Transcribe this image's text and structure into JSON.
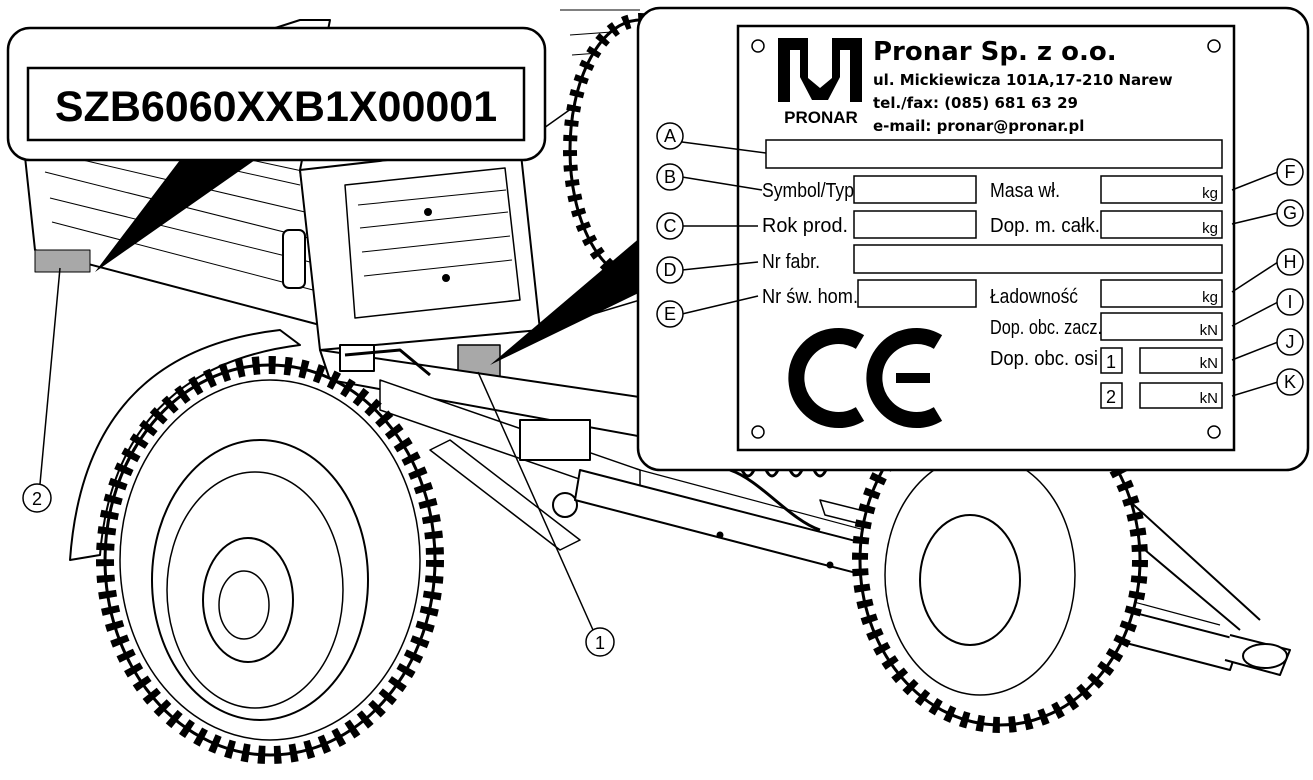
{
  "vin_callout": {
    "text": "SZB6060XXB1X00001"
  },
  "callouts": {
    "plate": "1",
    "vin_location": "2"
  },
  "plate": {
    "company": "Pronar Sp. z o.o.",
    "address": "ul. Mickiewicza 101A,17-210 Narew",
    "phone": "tel./fax: (085) 681 63 29",
    "email": "e-mail: pronar@pronar.pl",
    "logo_text": "PRONAR",
    "ce_mark": "CE",
    "fields": {
      "symbol": "Symbol/Typ",
      "year": "Rok prod.",
      "serial": "Nr fabr.",
      "approval": "Nr św. hom.",
      "mass": "Masa wł.",
      "gross": "Dop. m. całk.",
      "payload": "Ładowność",
      "drawbar": "Dop. obc. zacz.",
      "axle": "Dop. obc. osi"
    },
    "units": {
      "kg": "kg",
      "kn": "kN"
    },
    "axle_numbers": [
      "1",
      "2"
    ]
  },
  "letters": [
    "A",
    "B",
    "C",
    "D",
    "E",
    "F",
    "G",
    "H",
    "I",
    "J",
    "K"
  ],
  "colors": {
    "line": "#000000",
    "plate_label": "#a8a8a8",
    "paper": "#ffffff"
  }
}
